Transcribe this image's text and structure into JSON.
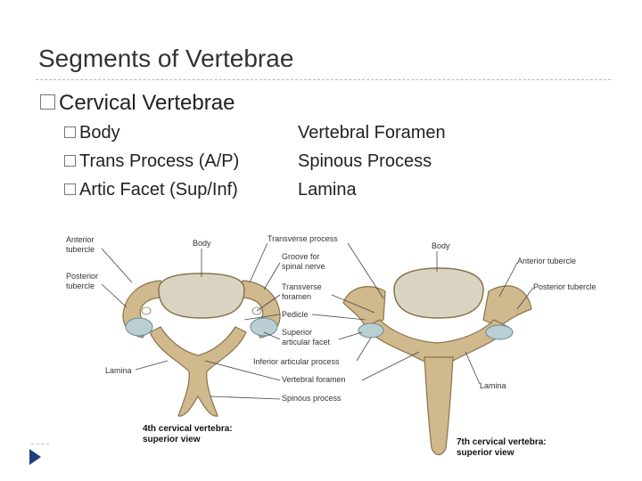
{
  "slide": {
    "title": "Segments of Vertebrae",
    "bullet": "Cervical Vertebrae",
    "left_items": [
      "Body",
      "Trans Process (A/P)",
      "Artic Facet (Sup/Inf)"
    ],
    "right_items": [
      "Vertebral Foramen",
      "Spinous Process",
      "Lamina"
    ]
  },
  "figure": {
    "left_labels": {
      "anterior_tubercle": [
        "Anterior",
        "tubercle"
      ],
      "posterior_tubercle": [
        "Posterior",
        "tubercle"
      ],
      "body": "Body",
      "lamina": "Lamina"
    },
    "center_labels": [
      "Transverse process",
      "Groove for",
      "spinal nerve",
      "Transverse",
      "foramen",
      "Pedicle",
      "Superior",
      "articular facet",
      "Inferior articular process",
      "Vertebral foramen",
      "Spinous process"
    ],
    "right_labels": {
      "body": "Body",
      "anterior_tubercle": "Anterior tubercle",
      "posterior_tubercle": "Posterior tubercle",
      "lamina": "Lamina"
    },
    "caption_left": [
      "4th cervical vertebra:",
      "superior view"
    ],
    "caption_right": [
      "7th cervical vertebra:",
      "superior view"
    ]
  },
  "colors": {
    "bone": "#cfb98d",
    "body": "#d9d4c2",
    "facet": "#b9cfd4",
    "nav_arrow": "#1f3f77"
  }
}
